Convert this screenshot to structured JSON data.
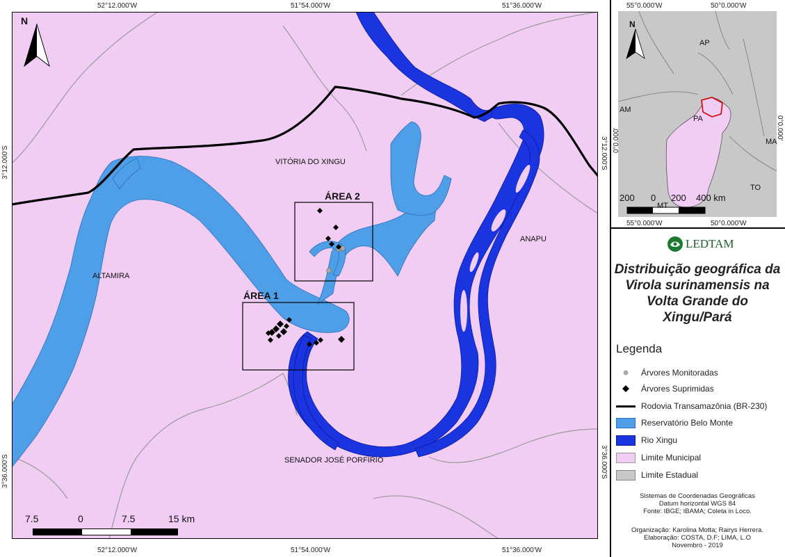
{
  "map": {
    "coords_top": [
      "52°12.000'W",
      "51°54.000'W",
      "51°36.000'W"
    ],
    "coords_bottom": [
      "52°12.000'W",
      "51°54.000'W",
      "51°36.000'W"
    ],
    "coords_left": [
      "3°12.000'S",
      "3°36.000'S"
    ],
    "coords_right": [
      "3°12.000'S",
      "3°36.000'S"
    ],
    "labels": {
      "vitoria": "VITÓRIA DO XINGU",
      "altamira": "ALTAMIRA",
      "anapu": "ANAPU",
      "senador": "SENADOR JOSÉ PORFÍRIO",
      "area1": "ÁREA 1",
      "area2": "ÁREA 2"
    },
    "north": "N",
    "scale": [
      "7.5",
      "0",
      "7.5",
      "15 km"
    ]
  },
  "inset": {
    "coords_top": [
      "55°0.000'W",
      "50°0.000'W"
    ],
    "coords_bottom": [
      "55°0.000'W",
      "50°0.000'W"
    ],
    "coords_left": [
      "0°0.000'"
    ],
    "coords_right": [
      "0°0.000'"
    ],
    "labels": {
      "ap": "AP",
      "am": "AM",
      "pa": "PA",
      "ma": "MA",
      "to": "TO",
      "mt": "MT"
    },
    "north": "N",
    "scale": [
      "200",
      "0",
      "200",
      "400 km"
    ]
  },
  "logo_text": "LEDTAM",
  "title": "Distribuição geográfica da Virola surinamensis na Volta Grande do Xingu/Pará",
  "legend": {
    "title": "Legenda",
    "items": [
      {
        "label": "Árvores Monitoradas",
        "symbol": "gray-dot"
      },
      {
        "label": "Árvores Suprimidas",
        "symbol": "black-diamond"
      },
      {
        "label": "Rodovia Transamazônia (BR-230)",
        "symbol": "black-line"
      },
      {
        "label": "Reservatório Belo Monte",
        "symbol": "swatch",
        "color": "#4f9ee8"
      },
      {
        "label": "Rio Xingu",
        "symbol": "swatch",
        "color": "#1a34e0"
      },
      {
        "label": "Limite Municipal",
        "symbol": "swatch",
        "color": "#f1cdf4"
      },
      {
        "label": "Limite Estadual",
        "symbol": "swatch",
        "color": "#c8c8c8"
      }
    ]
  },
  "info": {
    "line1": "Sistemas de Coordenadas Geográficas",
    "line2": "Datum horizontal WGS 84",
    "line3": "Fonte: IBGE; IBAMA; Coleta in Loco.",
    "line4": "Organização: Karolina Motta; Rairys Herrera.",
    "line5": "Elaboração: COSTA, D.F; LIMA, L.O",
    "line6": "Novembro - 2019"
  },
  "colors": {
    "municipal": "#f1cdf4",
    "reservoir": "#4f9ee8",
    "river": "#1a34e0",
    "state": "#c8c8c8",
    "road": "#000000",
    "boundary": "#9a9a9a"
  }
}
